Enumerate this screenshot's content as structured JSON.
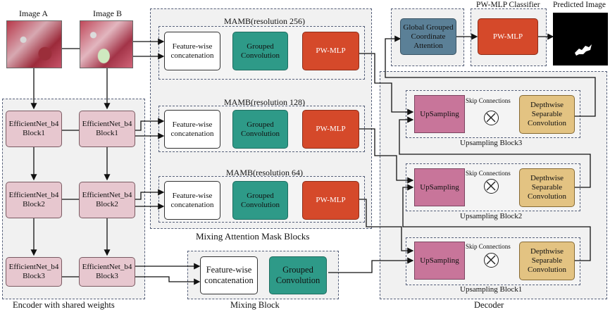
{
  "inputs": {
    "image_a": "Image A",
    "image_b": "Image B",
    "predicted": "Predicted Image"
  },
  "encoder": {
    "caption": "Encoder with shared weights",
    "block1": "EfficientNet_b4\nBlock1",
    "block2": "EfficientNet_b4\nBlock2",
    "block3": "EfficientNet_b4\nBlock3"
  },
  "mamb": {
    "caption": "Mixing Attention Mask Blocks",
    "title_256": "MAMB(resolution 256)",
    "title_128": "MAMB(resolution 128)",
    "title_64": "MAMB(resolution 64)",
    "concat": "Feature-wise\nconcatenation",
    "grouped": "Grouped\nConvolution",
    "pwmlp": "PW-MLP"
  },
  "mixing": {
    "caption": "Mixing Block",
    "concat": "Feature-wise\nconcatenation",
    "grouped": "Grouped\nConvolution"
  },
  "decoder": {
    "caption": "Decoder",
    "upsampling": "UpSampling",
    "skip": "Skip Connections",
    "depthwise": "Depthwise\nSeparable\nConvolution",
    "block3": "Upsampling Block3",
    "block2": "Upsampling Block2",
    "block1": "Upsampling Block1"
  },
  "top": {
    "ggca": "Global Grouped\nCoordinate\nAttention",
    "classifier_title": "PW-MLP Classifier",
    "classifier": "PW-MLP"
  },
  "colors": {
    "encoder_block": "#e7c7cf",
    "grouped_conv": "#2e9a88",
    "pw_mlp": "#d5492a",
    "ggca": "#5b8097",
    "upsampling": "#c8759a",
    "depthwise": "#e3c382"
  }
}
